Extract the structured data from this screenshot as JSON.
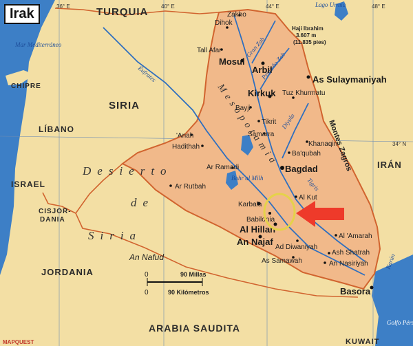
{
  "title": "Irak",
  "colors": {
    "land": "#f3dfa4",
    "iraq": "#f1b98a",
    "sea": "#3d7fc6",
    "river": "#2f6fbf",
    "border": "#d1642f",
    "marker": "#e5d24a",
    "arrow": "#ee3a2a"
  },
  "grid_labels": [
    "36° E",
    "40° E",
    "44° E",
    "48° E",
    "34° N"
  ],
  "countries": [
    "TURQUIA",
    "SIRIA",
    "LÍBANO",
    "ISRAEL",
    "CISJOR-",
    "DANIA",
    "JORDANIA",
    "ARABIA SAUDITA",
    "IRÁN",
    "KUWAIT",
    "CHIPRE"
  ],
  "regions": [
    "Desierto",
    "de",
    "Siria",
    "Mesopotamia"
  ],
  "water_labels": [
    "Mar Mediterráneo",
    "Lago Urmia",
    "Éufrates",
    "Tigris",
    "Bahr al Milh",
    "Golfo Pérsico",
    "Karún",
    "Gran Zab",
    "Pequeño Zab",
    "Diyala"
  ],
  "mountains": [
    "Montes Zagros",
    "Haji Ibrahim",
    "3.607 m",
    "(11.835 pies)"
  ],
  "cities_major": [
    "Mosul",
    "Arbil",
    "Kirkuk",
    "As Sulaymaniyah",
    "Bagdad",
    "Karbala",
    "Babilonia",
    "Al Hillah",
    "An Najaf",
    "Basora"
  ],
  "cities_minor": [
    "Zakho",
    "Dihok",
    "Tall Afar",
    "Tuz Khurmatu",
    "Bayji",
    "Tikrit",
    "Samarra",
    "Ba'qubah",
    "Khanaqin",
    "'Anah",
    "Hadithah",
    "Ar Ramadi",
    "Ar Rutbah",
    "Al Kut",
    "Ad Diwaniyah",
    "As Samawah",
    "Al 'Amarah",
    "Ash Shatrah",
    "An Nasiriyah"
  ],
  "desert": "An Nafud",
  "scale": {
    "miles": "90 Millas",
    "km": "90 Kilómetros",
    "zero": "0"
  },
  "credit": "MAPQUEST"
}
